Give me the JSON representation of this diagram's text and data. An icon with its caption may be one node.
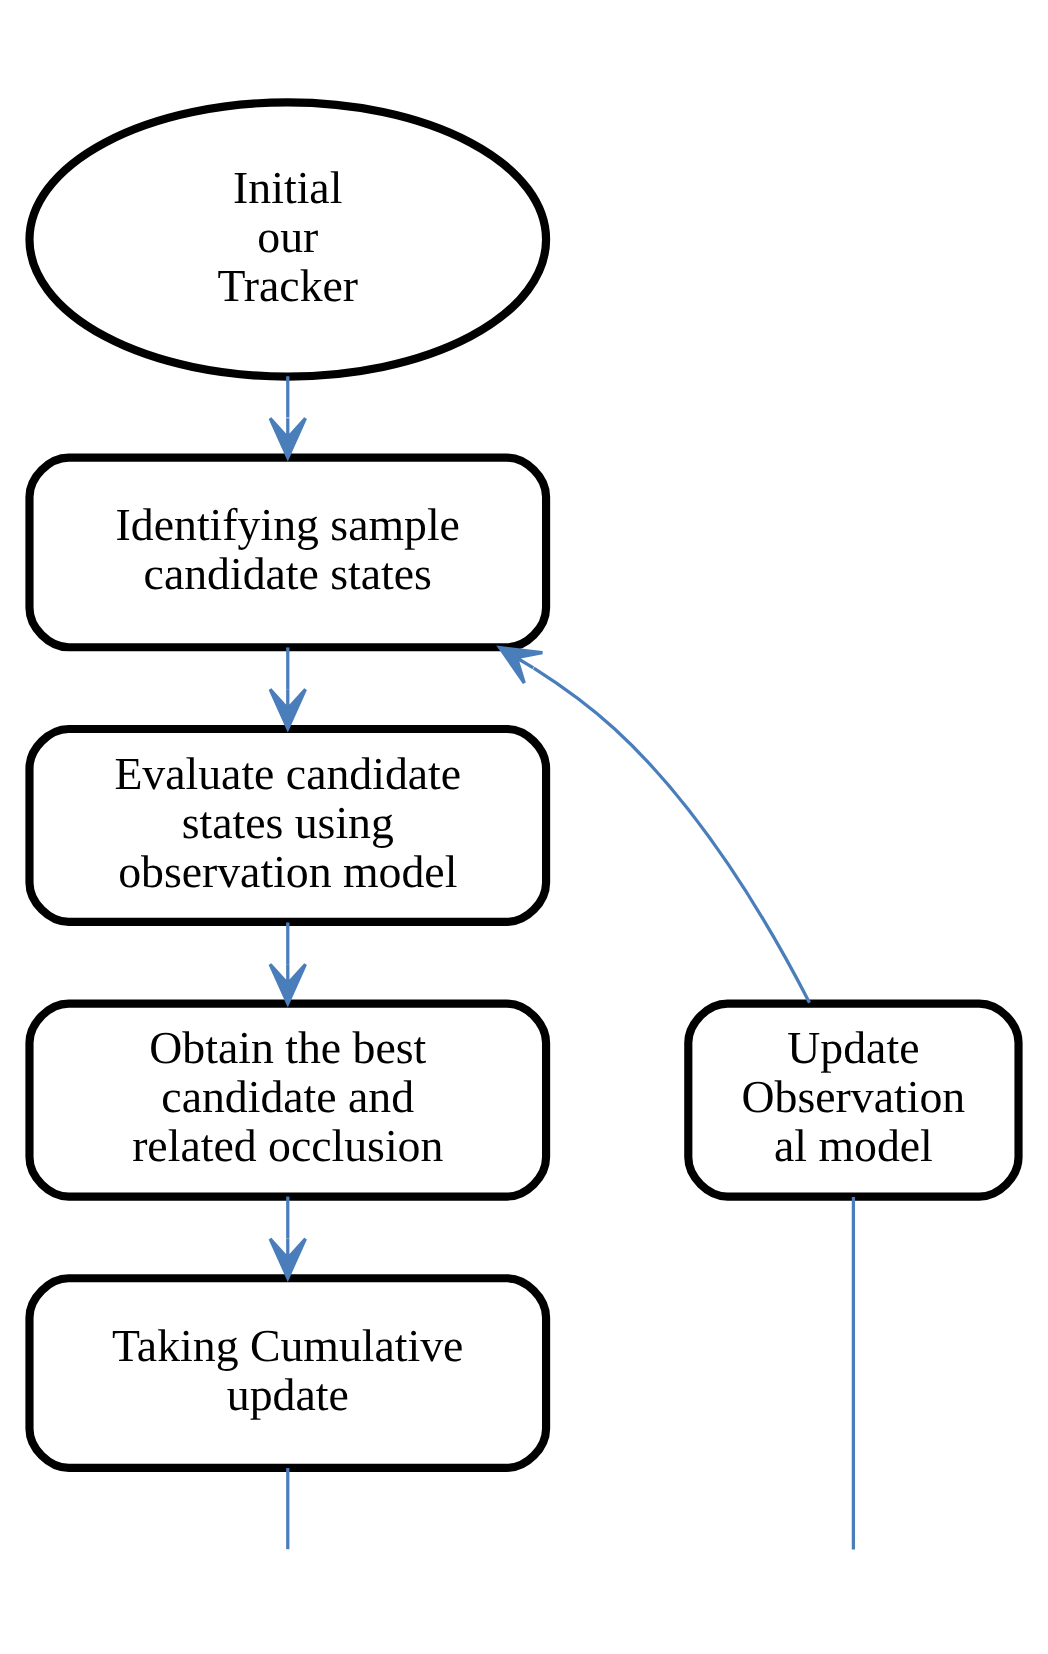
{
  "diagram": {
    "nodes": [
      {
        "text": [
          "Initial our Tracker"
        ]
      },
      {
        "text": [
          "Identifying sample candidate states"
        ]
      },
      {
        "text": [
          "Evaluate candidate states using observation model"
        ]
      },
      {
        "text": [
          "Obtain the best candidate and related occlusion"
        ]
      },
      {
        "text": [
          "Taking Cumulative update"
        ]
      },
      {
        "text": [
          "Update Observation al model"
        ]
      }
    ],
    "edges": [
      {
        "from": 0,
        "to": 1,
        "arrow": "to"
      },
      {
        "from": 1,
        "to": 2,
        "arrow": "to"
      },
      {
        "from": 2,
        "to": 3,
        "arrow": "to"
      },
      {
        "from": 3,
        "to": 4,
        "arrow": "to"
      },
      {
        "from": 4,
        "to": null,
        "arrow": "none"
      },
      {
        "from": 5,
        "to": 1,
        "arrow": "to"
      },
      {
        "from": null,
        "to": 5,
        "arrow": "none"
      }
    ]
  }
}
